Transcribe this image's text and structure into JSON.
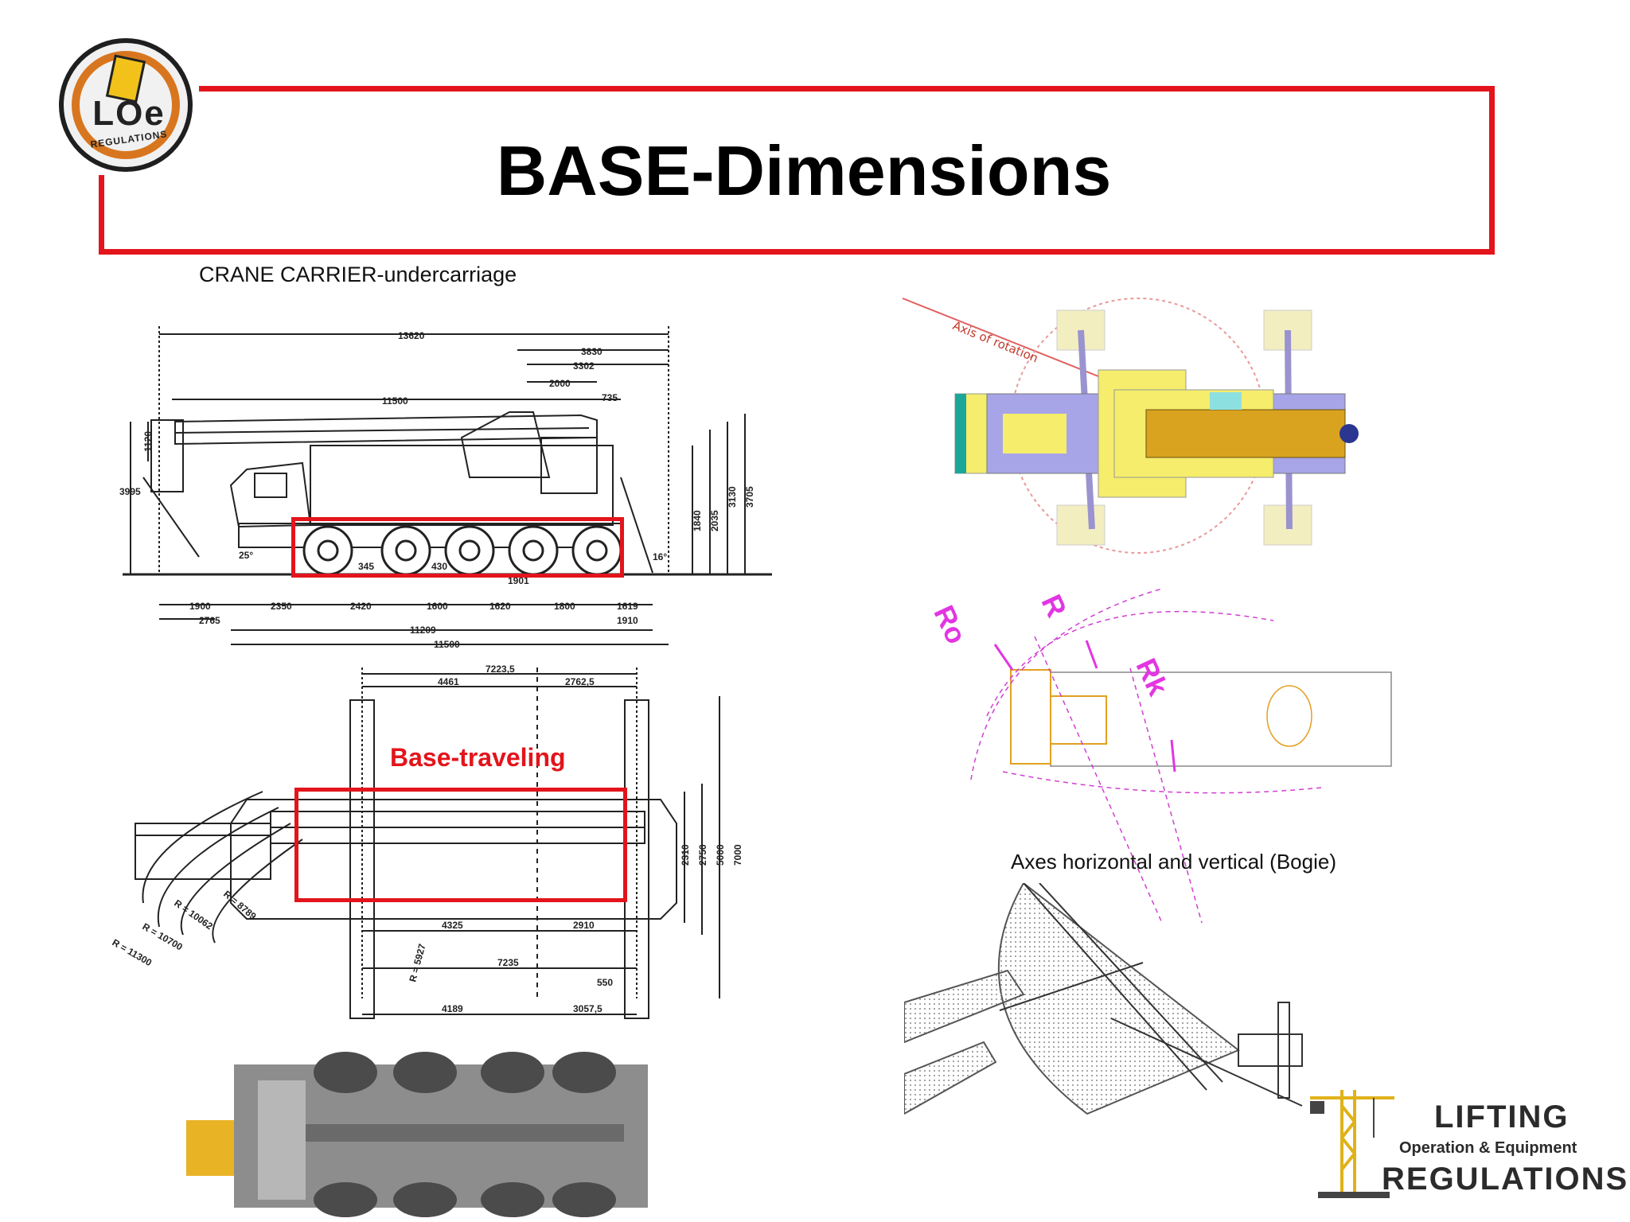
{
  "slide": {
    "title": "BASE-Dimensions",
    "logo_text": "LOe",
    "logo_subtext": "REGULATIONS"
  },
  "labels": {
    "carrier_caption": "CRANE CARRIER-undercarriage",
    "base_traveling": "Base-traveling",
    "axes_caption": "Axes  horizontal and vertical (Bogie)",
    "axis_of_rotation": "Axis of rotation",
    "r_o": "Ro",
    "r": "R",
    "r_k": "Rk"
  },
  "side_view_dims": {
    "d13620": "13620",
    "d3830": "3830",
    "d3302": "3302",
    "d2000": "2000",
    "d11500": "11500",
    "d735": "735",
    "d1120": "1120",
    "d3995": "3995",
    "d1840": "1840",
    "d2035": "2035",
    "d3130": "3130",
    "d3705": "3705",
    "d345": "345",
    "d430": "430",
    "d1901": "1901",
    "d25": "25°",
    "d16": "16°",
    "d1900": "1900",
    "d2350": "2350",
    "d2420": "2420",
    "d1600a": "1600",
    "d1620": "1620",
    "d1800": "1800",
    "d1619": "1619",
    "d2765": "2765",
    "d1910": "1910",
    "d11209": "11209",
    "d11500b": "11500"
  },
  "top_view_dims": {
    "d7223": "7223,5",
    "d4461": "4461",
    "d2762": "2762,5",
    "d2310": "2310",
    "d2750": "2750",
    "d5000": "5000",
    "d7000": "7000",
    "d4325": "4325",
    "d2910": "2910",
    "d7235": "7235",
    "d550": "550",
    "d4189": "4189",
    "d3057": "3057,5",
    "r11300": "R = 11300",
    "r10700": "R = 10700",
    "r10062": "R = 10062",
    "r8789": "R = 8789",
    "r5927": "R = 5927"
  },
  "brand": {
    "line1": "LIFTING",
    "line2": "Operation & Equipment",
    "line3": "REGULATIONS"
  }
}
